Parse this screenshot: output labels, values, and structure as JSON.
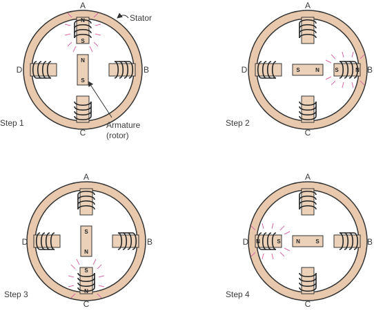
{
  "colors": {
    "ring_fill": "#e8c9ad",
    "stroke": "#333333",
    "pole_fill": "#ecd1b9",
    "energized_glow": "#d86aa6",
    "background": "#ffffff"
  },
  "callouts": {
    "stator": "Stator",
    "armature": "Armature",
    "rotor": "(rotor)"
  },
  "steps": [
    {
      "label": "Step  1",
      "poles": {
        "top": "A",
        "right": "B",
        "bottom": "C",
        "left": "D"
      },
      "energized": "top",
      "energized_pole_text": [
        "N",
        "S"
      ],
      "rotor_orientation": "vertical",
      "rotor_text": [
        "N",
        "S"
      ]
    },
    {
      "label": "Step  2",
      "poles": {
        "top": "A",
        "right": "B",
        "bottom": "C",
        "left": "D"
      },
      "energized": "right",
      "energized_pole_text": [
        "S",
        "N"
      ],
      "rotor_orientation": "horizontal",
      "rotor_text": [
        "S",
        "N"
      ]
    },
    {
      "label": "Step  3",
      "poles": {
        "top": "A",
        "right": "B",
        "bottom": "C",
        "left": "D"
      },
      "energized": "bottom",
      "energized_pole_text": [
        "S",
        "N"
      ],
      "rotor_orientation": "vertical",
      "rotor_text": [
        "S",
        "N"
      ]
    },
    {
      "label": "Step  4",
      "poles": {
        "top": "A",
        "right": "B",
        "bottom": "C",
        "left": "D"
      },
      "energized": "left",
      "energized_pole_text": [
        "N",
        "S"
      ],
      "rotor_orientation": "horizontal",
      "rotor_text": [
        "N",
        "S"
      ]
    }
  ]
}
